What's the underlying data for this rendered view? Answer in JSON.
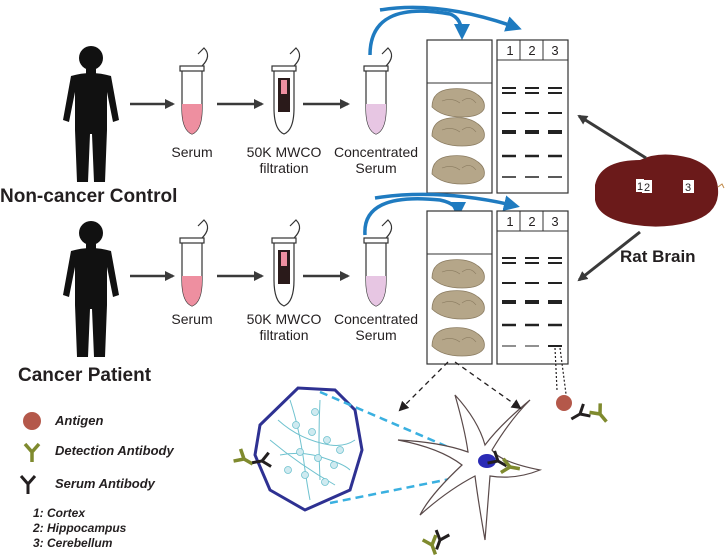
{
  "groups": [
    {
      "label": "Non-cancer Control"
    },
    {
      "label": "Cancer Patient"
    }
  ],
  "steps": {
    "serum": "Serum",
    "filtration_line1": "50K MWCO",
    "filtration_line2": "filtration",
    "concentrated_line1": "Concentrated",
    "concentrated_line2": "Serum"
  },
  "blot": {
    "lanes": [
      "1",
      "2",
      "3"
    ]
  },
  "rat_brain": {
    "label": "Rat Brain",
    "regions": [
      "1",
      "2",
      "3"
    ]
  },
  "legend": {
    "antigen": "Antigen",
    "detection_antibody": "Detection Antibody",
    "serum_antibody": "Serum Antibody",
    "regions": [
      "1: Cortex",
      "2: Hippocampus",
      "3: Cerebellum"
    ]
  },
  "colors": {
    "serum_pink": "#ee8fa0",
    "concentrated_lavender": "#e7c6e3",
    "brain_tan": "#b5a689",
    "rat_brain": "#6b1a1a",
    "arrow_blue": "#1f7bc0",
    "antigen": "#b4584a",
    "detection_antibody": "#7f8a2e",
    "serum_antibody": "#231f20",
    "cell_nucleus": "#2a2ab5",
    "zoom_circle": "#2e3192",
    "zoom_dash": "#3ab0e0"
  }
}
